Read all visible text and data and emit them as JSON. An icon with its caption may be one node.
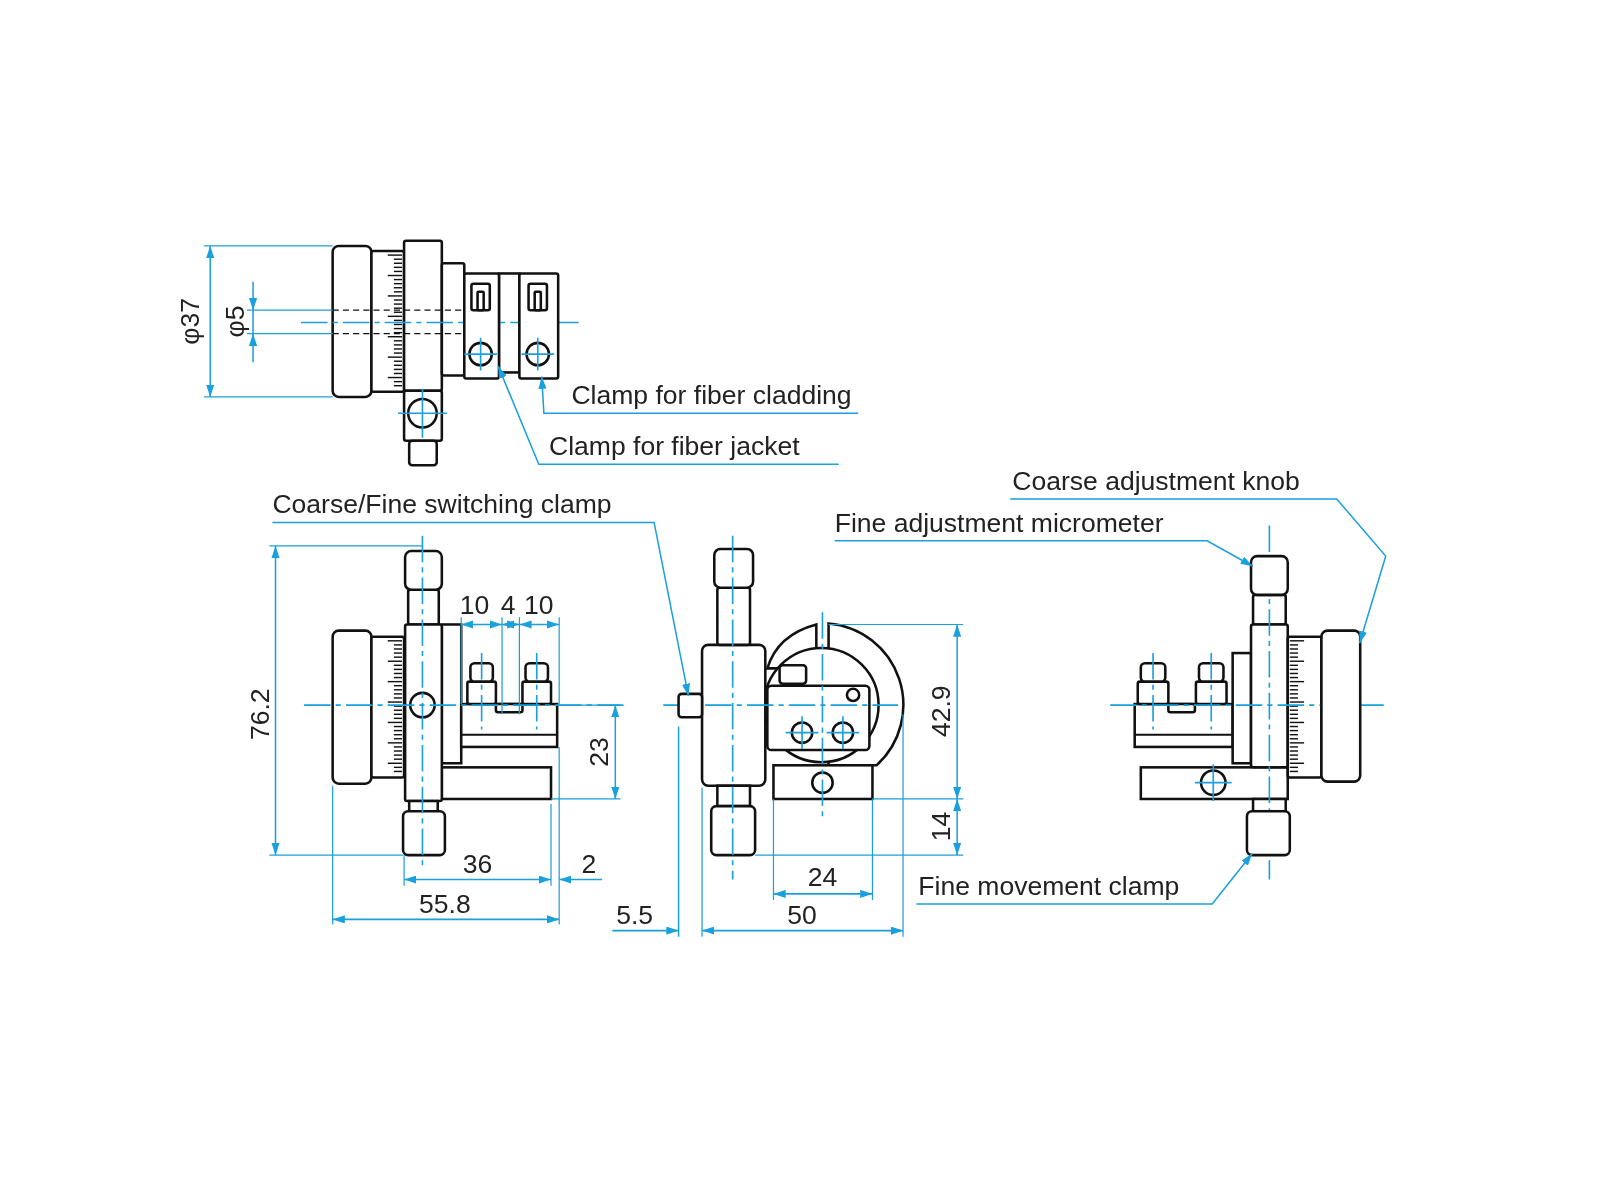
{
  "diagram": {
    "nodes": [
      {
        "text": [
          "Clamp for fiber cladding"
        ]
      },
      {
        "text": [
          "Clamp for fiber jacket"
        ]
      },
      {
        "text": [
          "Coarse/Fine switching clamp"
        ]
      },
      {
        "text": [
          "Coarse adjustment knob"
        ]
      },
      {
        "text": [
          "Fine adjustment micrometer"
        ]
      },
      {
        "text": [
          "Fine movement clamp"
        ]
      },
      {
        "text": [],
        "shape": "picture"
      },
      {
        "text": [],
        "shape": "picture"
      },
      {
        "text": [],
        "shape": "box"
      },
      {
        "text": [],
        "shape": "box"
      },
      {
        "text": [],
        "shape": "box"
      },
      {
        "text": [],
        "shape": "box"
      }
    ],
    "edges": [
      {
        "from": 0,
        "to": 7,
        "arrow": "to"
      },
      {
        "from": 1,
        "to": 6,
        "arrow": "to"
      },
      {
        "from": 2,
        "to": 8,
        "arrow": "to"
      },
      {
        "from": 3,
        "to": 9,
        "arrow": "to"
      },
      {
        "from": 4,
        "to": 10,
        "arrow": "to"
      },
      {
        "from": 5,
        "to": 11,
        "arrow": "to"
      }
    ],
    "labels": [
      "φ37",
      "φ5",
      "10",
      "4",
      "10",
      "76.2",
      "23",
      "36",
      "2",
      "55.8",
      "5.5",
      "50",
      "24",
      "42.9",
      "14"
    ]
  }
}
